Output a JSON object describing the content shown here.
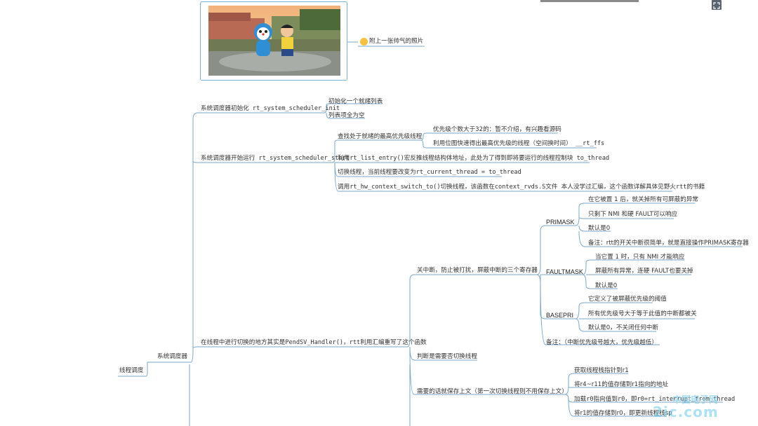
{
  "photo_caption": "附上一张帅气的照片",
  "root": "线程调度",
  "scheduler": "系统调度器",
  "init": {
    "label": "系统调度器初始化   rt_system_scheduler_init",
    "children": [
      "初始化一个就绪列表",
      "列表项全为空"
    ]
  },
  "start": {
    "label": "系统调度器开始运行   rt_system_scheduler_start",
    "find_highest": "查找处于就绪的最高优先级线程",
    "find_children": [
      "优先级个数大于32的：暂不介绍，有兴趣看源码",
      "利用位图快速得出最高优先级的线程（空间换时间）  __rt_ffs"
    ],
    "list_entry": "利用rt_list_entry()宏反推线程结构体地址，此处为了得到即将要运行的线程控制块  to_thread",
    "switch_thread": "切换线程，当前线程要改变为rt_current_thread = to_thread",
    "context_switch": "调用rt_hw_context_switch_to()切换线程，该函数在context_rvds.S文件 本人没学过汇编，这个函数详解具体见野火rtt的书籍"
  },
  "pendsv": {
    "label": "在线程中进行切换的地方其实是PendSV_Handler()，rtt利用汇编重写了这个函数",
    "disable_irq": "关中断，防止被打扰，屏蔽中断的三个寄存器",
    "primask": {
      "name": "PRIMASK",
      "items": [
        "在它被置 1 后，就关掉所有可屏蔽的异常",
        "只剩下 NMI 和硬 FAULT可以响应",
        "默认是0",
        "备注：rtt的开关中断很简单，就是直接操作PRIMASK寄存器"
      ]
    },
    "faultmask": {
      "name": "FAULTMASK",
      "items": [
        "当它置 1 时，只有 NMI 才能响应",
        "屏蔽所有异常，连硬 FAULT也要关掉",
        "默认是0"
      ]
    },
    "basepri": {
      "name": "BASEPRI",
      "items": [
        "它定义了被屏蔽优先级的阈值",
        "所有优先级号大于等于此值的中断都被关",
        "默认是0，不关闭任何中断"
      ]
    },
    "note": "备注：（中断优先级号越大，优先级越低）",
    "check_switch": "判断是需要否切换线程",
    "save_context": "需要的话就保存上文（第一次切换线程则不用保存上文）",
    "save_items": [
      "获取线程栈指针到r1",
      "将r4~r11的值存储到r1指向的地址",
      "加载r0指向值到r0，即r0=rt_interrupt_from_thread",
      "将r1的值存储到r0，即更新线程栈sp"
    ]
  },
  "watermark": "中国电子网",
  "watermark_url": "2ic.com",
  "colors": {
    "branch": "#7aa7c7",
    "card_border": "#7bb0d6"
  }
}
